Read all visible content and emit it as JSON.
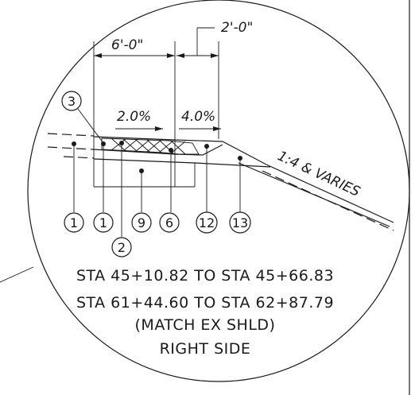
{
  "dimensions": {
    "top_width": "2'-0\"",
    "lane_width": "6'-0\""
  },
  "slopes": {
    "left": "2.0%",
    "right": "4.0%",
    "side_slope": "1:4 & VARIES"
  },
  "callouts": [
    {
      "id": "c3",
      "label": "3"
    },
    {
      "id": "c1a",
      "label": "1"
    },
    {
      "id": "c1b",
      "label": "1"
    },
    {
      "id": "c2",
      "label": "2"
    },
    {
      "id": "c9",
      "label": "9"
    },
    {
      "id": "c6",
      "label": "6"
    },
    {
      "id": "c12",
      "label": "12"
    },
    {
      "id": "c13",
      "label": "13"
    }
  ],
  "notes": {
    "line1": "STA 45+10.82 TO STA 45+66.83",
    "line2": "STA 61+44.60 TO STA 62+87.79",
    "line3": "(MATCH EX SHLD)",
    "line4": "RIGHT SIDE"
  }
}
